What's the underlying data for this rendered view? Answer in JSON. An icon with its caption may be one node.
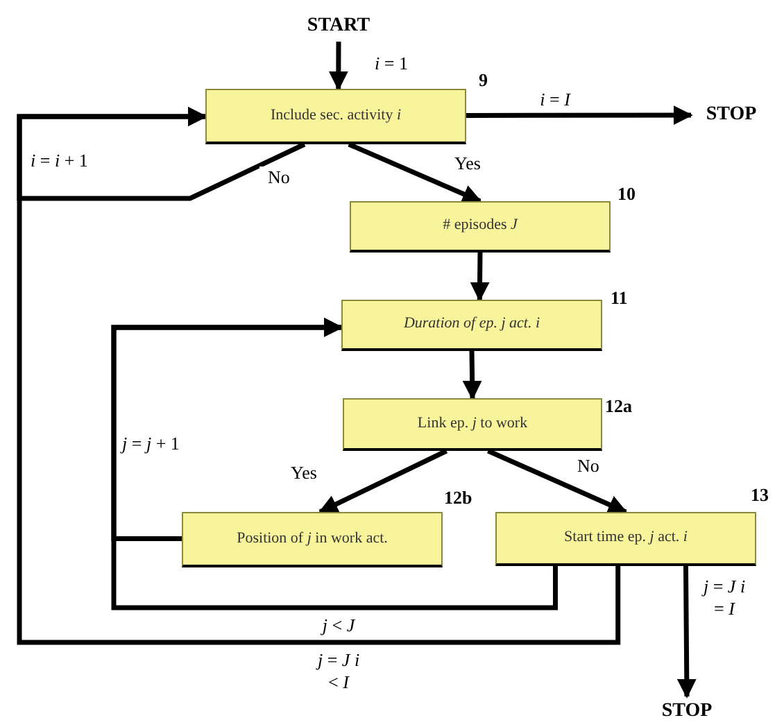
{
  "diagram": {
    "nodes": [
      {
        "text": [
          "START"
        ]
      },
      {
        "text": [
          "Include sec. activity *i*"
        ],
        "beside": [
          "9"
        ]
      },
      {
        "text": [
          "STOP"
        ]
      },
      {
        "text": [
          "# episodes *J*"
        ],
        "beside": [
          "10"
        ]
      },
      {
        "text": [
          "Duration of ep. j act. i"
        ],
        "beside": [
          "11"
        ]
      },
      {
        "text": [
          "Link ep. *j* to work"
        ],
        "beside": [
          "12a"
        ]
      },
      {
        "text": [
          "Position of *j* in work act."
        ],
        "beside": [
          "12b"
        ]
      },
      {
        "text": [
          "Start time ep. *j* act. *i*"
        ],
        "beside": [
          "13"
        ]
      },
      {
        "text": [
          "STOP"
        ]
      }
    ],
    "edges": [
      {
        "from": 0,
        "to": 1,
        "arrow": "to",
        "label": "*i* = 1"
      },
      {
        "from": 1,
        "to": 2,
        "arrow": "to",
        "label": "*i* = *I*"
      },
      {
        "from": 1,
        "to": 1,
        "arrow": "to",
        "label": "No"
      },
      {
        "from": 1,
        "to": 3,
        "arrow": "to",
        "label": "Yes"
      },
      {
        "from": 3,
        "to": 4,
        "arrow": "to"
      },
      {
        "from": 4,
        "to": 5,
        "arrow": "to"
      },
      {
        "from": 5,
        "to": 6,
        "arrow": "to",
        "label": "Yes"
      },
      {
        "from": 5,
        "to": 7,
        "arrow": "to",
        "label": "No"
      },
      {
        "from": 6,
        "to": 4,
        "arrow": "to"
      },
      {
        "from": 7,
        "to": 4,
        "arrow": "to",
        "label": "*j* < *J*"
      },
      {
        "from": 7,
        "to": 1,
        "arrow": "to",
        "label": "*j* = *J* *i* < *I*"
      },
      {
        "from": 7,
        "to": 8,
        "arrow": "to",
        "label": "*j* = *J* *i* = *I*"
      }
    ],
    "labels": [
      "*i* = *i* + 1",
      "*j* = *j* + 1"
    ]
  }
}
